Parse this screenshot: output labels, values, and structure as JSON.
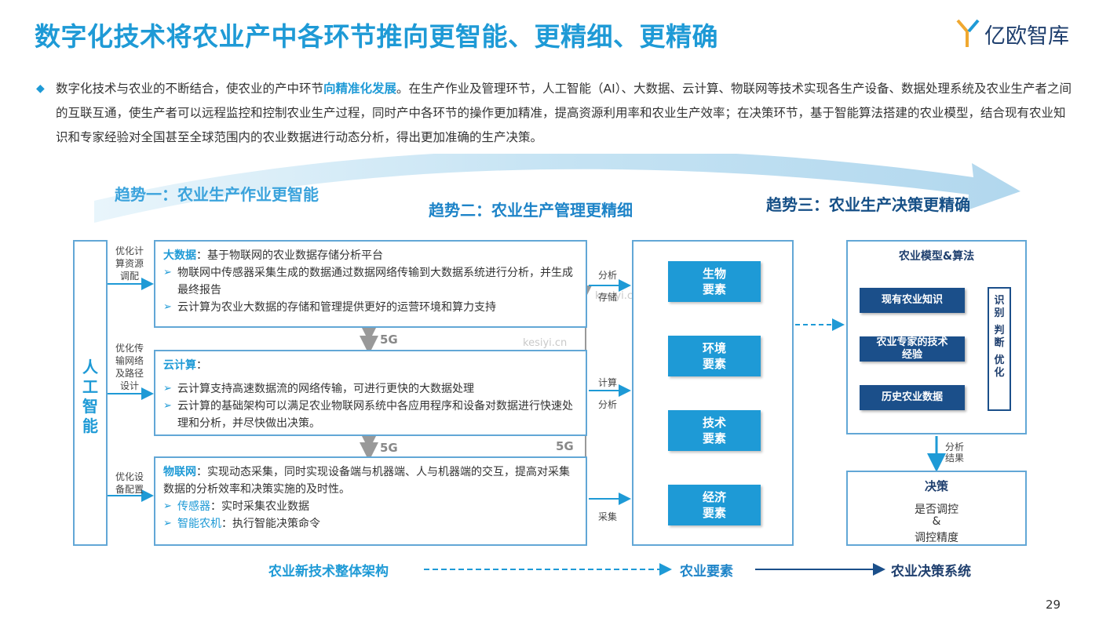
{
  "title": "数字化技术将农业产中各环节推向更智能、更精细、更精确",
  "logo": {
    "text": "亿欧智库"
  },
  "intro": {
    "part1": "数字化技术与农业的不断结合，使农业的产中环节",
    "highlight": "向精准化发展",
    "part2": "。在生产作业及管理环节，人工智能（AI）、大数据、云计算、物联网等技术实现各生产设备、数据处理系统及农业生产者之间的互联互通，使生产者可以远程监控和控制农业生产过程，同时产中各环节的操作更加精准，提高资源利用率和农业生产效率；在决策环节，基于智能算法搭建的农业模型，结合现有农业知识和专家经验对全国甚至全球范围内的农业数据进行动态分析，得出更加准确的生产决策。"
  },
  "trends": {
    "t1": "趋势一：农业生产作业更智能",
    "t2": "趋势二：农业生产管理更精细",
    "t3": "趋势三：农业生产决策更精确"
  },
  "ai": {
    "label": "人工智能"
  },
  "side_notes": {
    "n1": [
      "优化计",
      "算资源",
      "调配"
    ],
    "n2": [
      "优化传",
      "输网络",
      "及路径",
      "设计"
    ],
    "n3": [
      "优化设",
      "备配置"
    ]
  },
  "bigdata": {
    "head": "大数据",
    "desc": "：基于物联网的农业数据存储分析平台",
    "items": [
      "物联网中传感器采集生成的数据通过数据网络传输到大数据系统进行分析，并生成最终报告",
      "云计算为农业大数据的存储和管理提供更好的运营环境和算力支持"
    ]
  },
  "cloud": {
    "head": "云计算",
    "desc": "：",
    "items": [
      "云计算支持高速数据流的网络传输，可进行更快的大数据处理",
      "云计算的基础架构可以满足农业物联网系统中各应用程序和设备对数据进行快速处理和分析，并尽快做出决策。"
    ]
  },
  "iot": {
    "head": "物联网",
    "desc": "：实现动态采集，同时实现设备端与机器端、人与机器端的交互，提高对采集数据的分析效率和决策实施的及时性。",
    "items": [
      {
        "term": "传感器",
        "text": "：实时采集农业数据"
      },
      {
        "term": "智能农机",
        "text": "：执行智能决策命令"
      }
    ]
  },
  "links": {
    "g5_a": "5G",
    "g5_b": "5G",
    "g5_c": "5G"
  },
  "flow_labels": {
    "analyze1": "分析",
    "store": "存储",
    "compute": "计算",
    "analyze2": "分析",
    "collect": "采集",
    "result": [
      "分析",
      "结果"
    ]
  },
  "elements": [
    "生物\n要素",
    "环境\n要素",
    "技术\n要素",
    "经济\n要素"
  ],
  "model": {
    "title": "农业模型&算法",
    "items": [
      "现有农业知识",
      "农业专家的技术\n经验",
      "历史农业数据"
    ],
    "identify": [
      "识",
      "别",
      "",
      "判",
      "断",
      "",
      "优",
      "化"
    ]
  },
  "decision": {
    "title": "决策",
    "lines": [
      "是否调控",
      "&",
      "调控精度"
    ]
  },
  "bottom": {
    "b1": "农业新技术整体架构",
    "b2": "农业要素",
    "b3": "农业决策系统"
  },
  "watermark": "kesiyi.cn",
  "page_number": "29",
  "colors": {
    "primary": "#1e9ad6",
    "dark": "#1b4f8a",
    "border": "#62a7d6"
  }
}
